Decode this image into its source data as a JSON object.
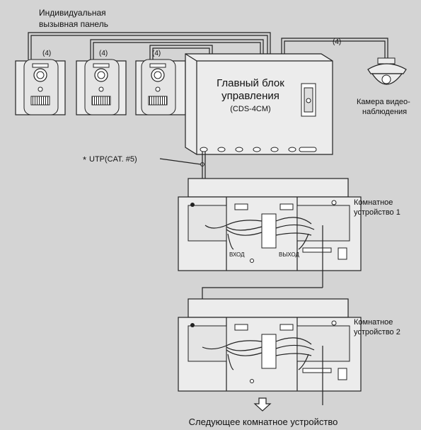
{
  "panel_caption": [
    "Индивидуальная",
    "вызывная панель"
  ],
  "wire_tags": {
    "panel1": "(4)",
    "panel2": "(4)",
    "panel3": "(4)",
    "camera": "(4)"
  },
  "main_unit": {
    "line1": "Главный блок",
    "line2": "управления",
    "model": "(CDS-4CM)"
  },
  "camera_caption": [
    "Камера видео-",
    "наблюдения"
  ],
  "utp_label": "UTP(CAT. #5)",
  "utp_asterisk": "*",
  "room1": {
    "caption": [
      "Комнатное",
      "устройство 1"
    ],
    "in_label": "ВХОД",
    "out_label": "ВЫХОД"
  },
  "room2": {
    "caption": [
      "Комнатное",
      "устройство 2"
    ]
  },
  "footer_caption": "Следующее комнатное устройство"
}
